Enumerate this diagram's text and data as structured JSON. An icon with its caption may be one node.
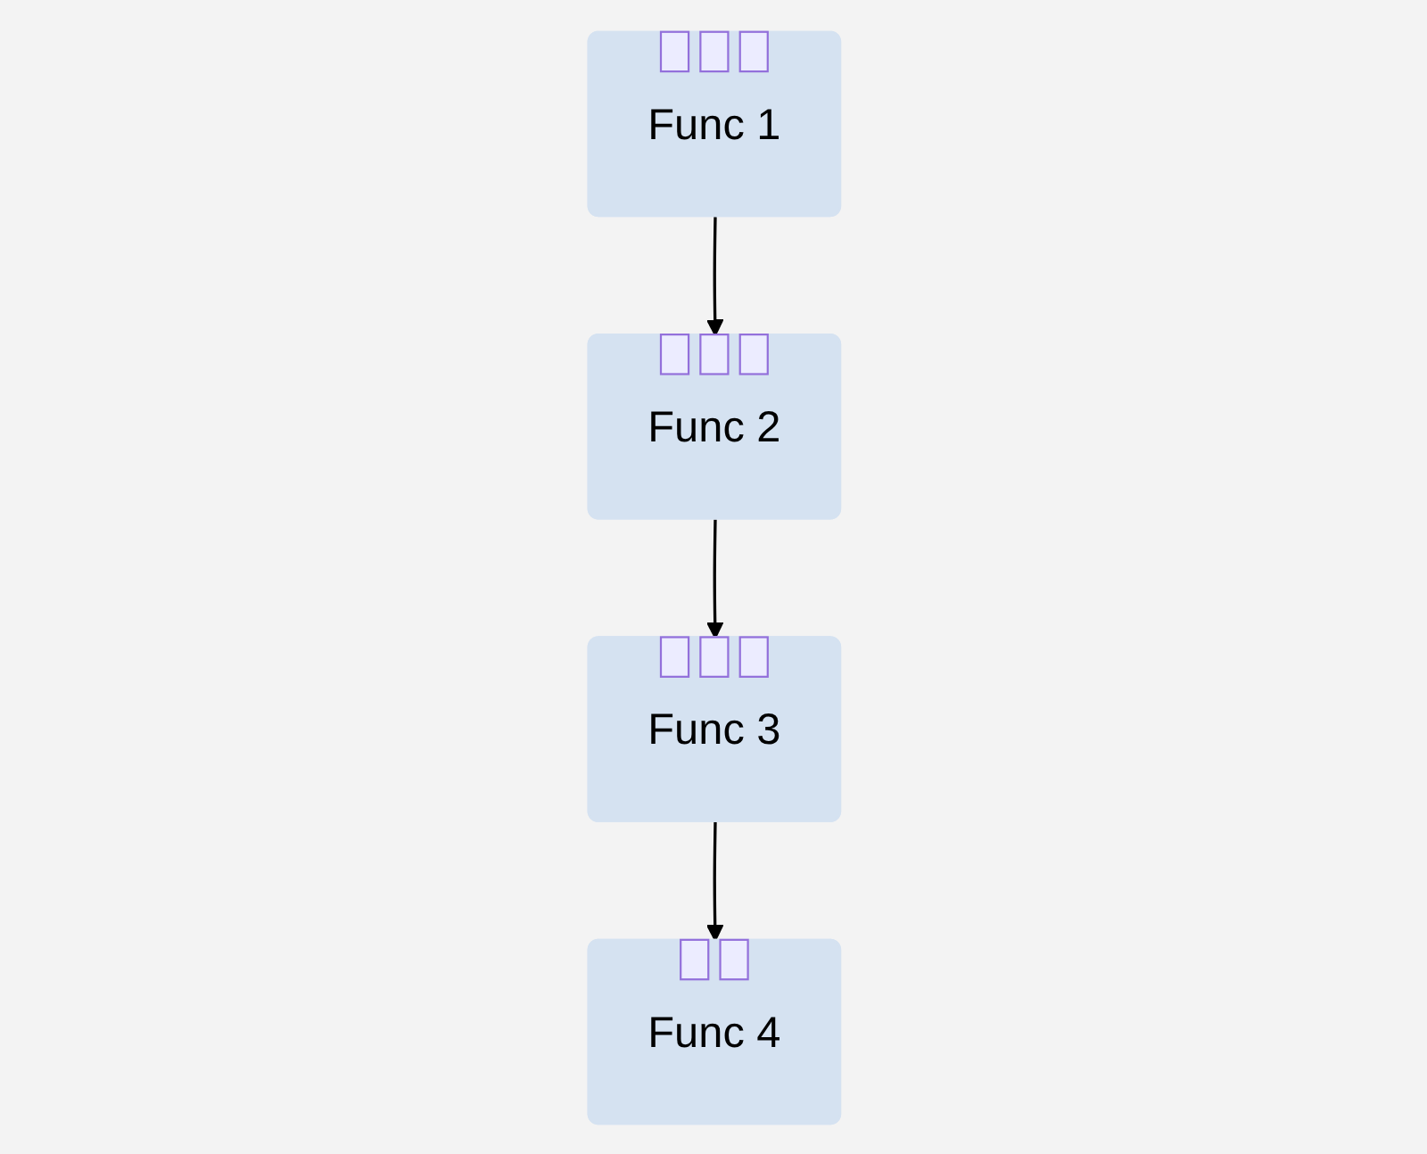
{
  "diagram": {
    "nodes": [
      {
        "text": [
          "Func 1"
        ]
      },
      {
        "text": [
          "Func 2"
        ]
      },
      {
        "text": [
          "Func 3"
        ]
      },
      {
        "text": [
          "Func 4"
        ]
      }
    ],
    "edges": [
      {
        "from": 0,
        "to": 1,
        "arrow": "to"
      },
      {
        "from": 1,
        "to": 2,
        "arrow": "to"
      },
      {
        "from": 2,
        "to": 3,
        "arrow": "to"
      }
    ]
  }
}
